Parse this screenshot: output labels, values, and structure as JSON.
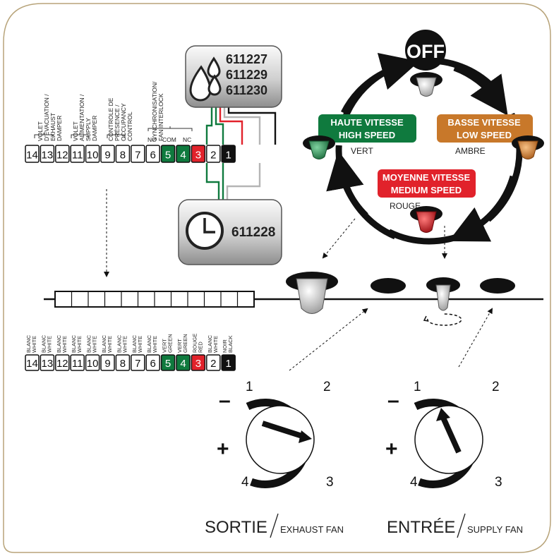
{
  "wiring_labels": {
    "exhaust_damper": [
      "VOLET",
      "D'ÉVACUATION /",
      "EXHAUST",
      "DAMPER"
    ],
    "supply_damper": [
      "VOLET",
      "ALIMENTATION /",
      "SUPPLY",
      "DAMPER"
    ],
    "occupancy": [
      "CONTROLE DE",
      "PRÉSENCE /",
      "OCCUPANCY",
      "CONTROL"
    ],
    "interlock": [
      "SYNCHRONISATION/",
      "FAN INTERLOCK"
    ],
    "no": "NO",
    "com": "COM",
    "nc": "NC"
  },
  "top_terminals": [
    "14",
    "13",
    "12",
    "11",
    "10",
    "9",
    "8",
    "7",
    "6",
    "5",
    "4",
    "3",
    "2",
    "1"
  ],
  "humidistat_models": [
    "611227",
    "611229",
    "611230"
  ],
  "timer_model": "611228",
  "speeds": {
    "off": "OFF",
    "high": {
      "fr": "HAUTE VITESSE",
      "en": "HIGH SPEED",
      "color_name": "VERT",
      "color": "#0f7a3e"
    },
    "low": {
      "fr": "BASSE VITESSE",
      "en": "LOW SPEED",
      "color_name": "AMBRE",
      "color": "#c8782a"
    },
    "medium": {
      "fr": "MOYENNE VITESSE",
      "en": "MEDIUM SPEED",
      "color_name": "ROUGE",
      "color": "#e1222b"
    }
  },
  "wire_colors": [
    [
      "BLANC",
      "WHITE"
    ],
    [
      "BLANC",
      "WHITE"
    ],
    [
      "BLANC",
      "WHITE"
    ],
    [
      "BLANC",
      "WHITE"
    ],
    [
      "BLANC",
      "WHITE"
    ],
    [
      "BLANC",
      "WHITE"
    ],
    [
      "BLANC",
      "WHITE"
    ],
    [
      "BLANC",
      "WHITE"
    ],
    [
      "BLANC",
      "WHITE"
    ],
    [
      "VERT",
      "GREEN"
    ],
    [
      "VERT",
      "GREEN"
    ],
    [
      "ROUGE",
      "RED"
    ],
    [
      "BLANC",
      "WHITE"
    ],
    [
      "NOIR",
      "BLACK"
    ]
  ],
  "bottom_terminals": [
    "14",
    "13",
    "12",
    "11",
    "10",
    "9",
    "8",
    "7",
    "6",
    "5",
    "4",
    "3",
    "2",
    "1"
  ],
  "dials": {
    "exhaust": {
      "marks": [
        "1",
        "2",
        "3",
        "4"
      ],
      "minus": "–",
      "plus": "+",
      "title_fr": "SORTIE",
      "title_en": "EXHAUST FAN"
    },
    "supply": {
      "marks": [
        "1",
        "2",
        "3",
        "4"
      ],
      "minus": "–",
      "plus": "+",
      "title_fr": "ENTRÉE",
      "title_en": "SUPPLY FAN"
    }
  },
  "colors": {
    "frame": "#b8a47a",
    "green": "#0f7a3e",
    "red": "#e1222b",
    "amber": "#c8782a",
    "black": "#111111"
  }
}
